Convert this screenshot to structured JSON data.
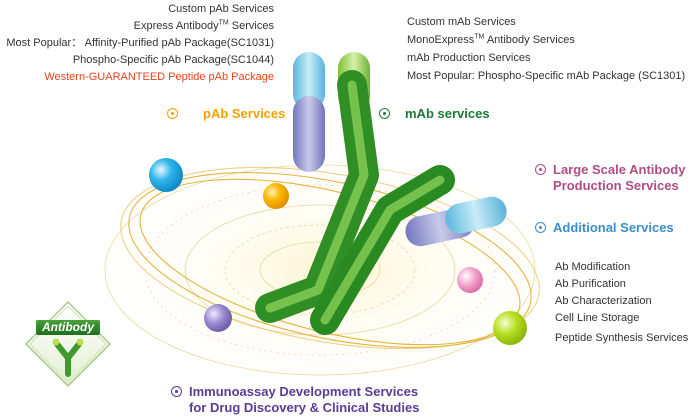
{
  "pab_list": [
    "Custom pAb Services",
    "Express Antibody",
    "Most  Popular： Affinity-Purified pAb Package(SC1031)",
    "Phospho-Specific pAb Package(SC1044)",
    "Western-GUARANTEED Peptide pAb Package"
  ],
  "pab_express_sup": "TM",
  "pab_express_suffix": " Services",
  "mab_list": [
    "Custom mAb Services",
    "MonoExpress",
    "mAb Production Services",
    "Most Popular: Phospho-Specific mAb Package (SC1301)"
  ],
  "mab_express_sup": "TM",
  "mab_express_suffix": " Antibody Services",
  "sections": {
    "pab": "pAb Services",
    "mab": "mAb services",
    "large_scale_1": "Large Scale Antibody",
    "large_scale_2": "Production Services",
    "additional": "Additional Services",
    "immuno_1": "Immunoassay Development Services",
    "immuno_2": "for Drug Discovery & Clinical Studies"
  },
  "additional_list": [
    "Ab Modification",
    "Ab Purification",
    "Ab Characterization",
    "Cell Line Storage",
    "Peptide Synthesis Services"
  ],
  "logo_text": "Antibody",
  "colors": {
    "pab": "#f2a200",
    "mab": "#1c7a35",
    "large_scale": "#b04c86",
    "additional": "#3a8fc6",
    "immuno": "#5a3c96",
    "highlight": "#e8431c",
    "antibody_green": "#3f9c2d"
  },
  "icons": {
    "section_marker": "radio-dot-icon",
    "logo": "antibody-logo-icon"
  }
}
